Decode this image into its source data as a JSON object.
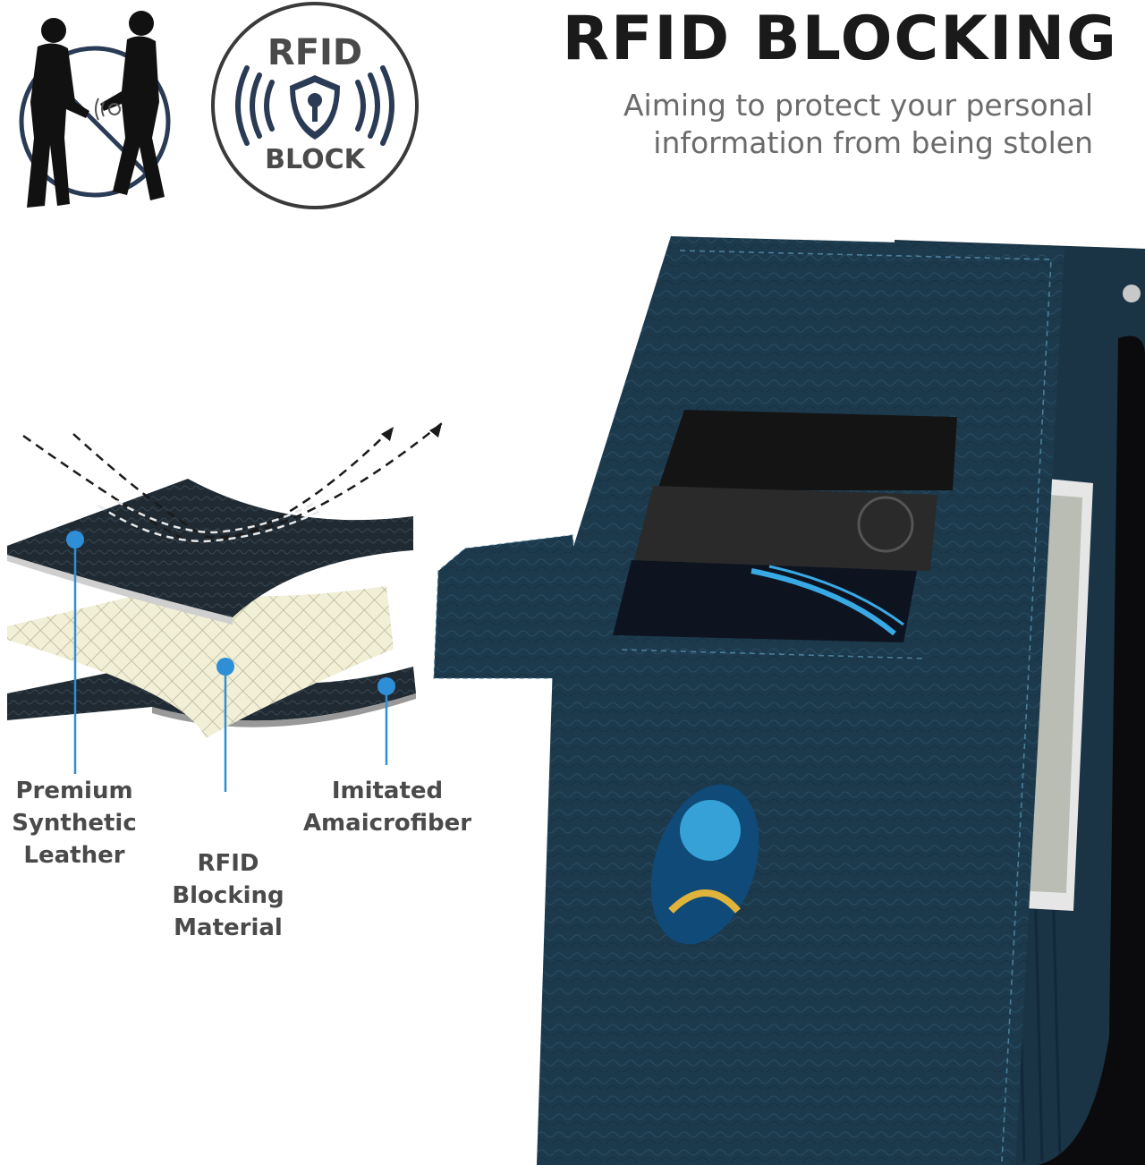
{
  "header": {
    "title": "RFID BLOCKING",
    "subtitle_line1": "Aiming to protect your personal",
    "subtitle_line2": "information from being stolen"
  },
  "badge": {
    "top_text": "RFID",
    "bottom_text": "BLOCK"
  },
  "layers": {
    "leather_line1": "Premium",
    "leather_line2": "Synthetic",
    "leather_line3": "Leather",
    "rfid_line1": "RFID",
    "rfid_line2": "Blocking",
    "rfid_line3": "Material",
    "micro_line1": "Imitated",
    "micro_line2": "Amaicrofiber"
  },
  "colors": {
    "wallet": "#1d3a4d",
    "accent_blue": "#2f8fd6",
    "text_dark": "#1a1a1a",
    "text_gray": "#6b6b6b"
  }
}
